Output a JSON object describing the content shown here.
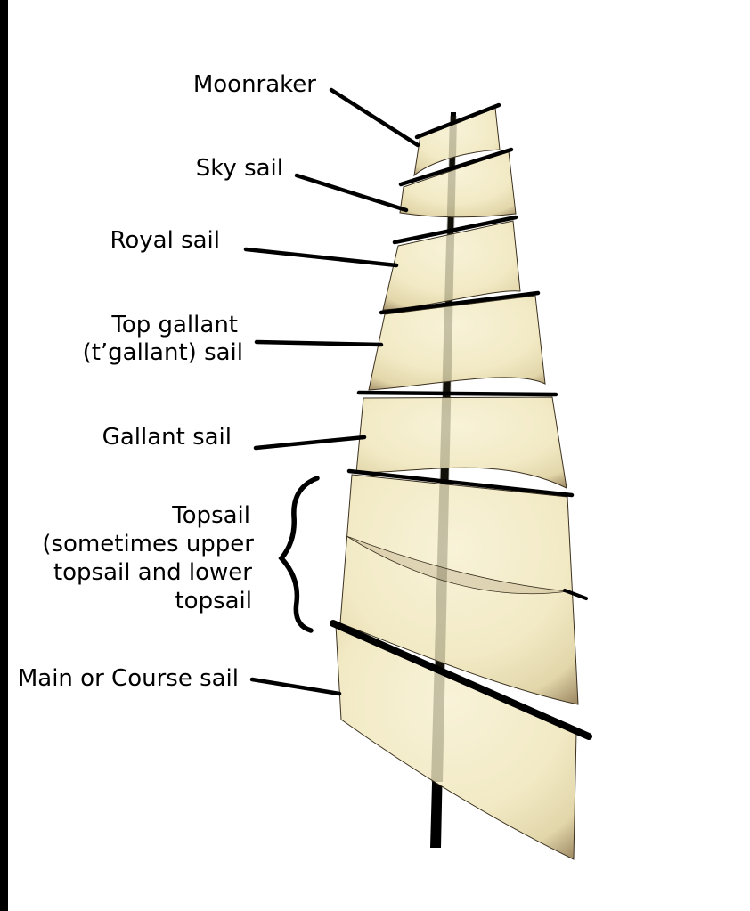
{
  "figure": {
    "title": "sail-names-diagram",
    "labels": {
      "moonraker": "Moonraker",
      "sky": "Sky sail",
      "royal": "Royal sail",
      "top_gallant_line1": "Top gallant",
      "top_gallant_line2": "(t’gallant) sail",
      "gallant": "Gallant sail",
      "topsail_line1": "Topsail",
      "topsail_line2": "(sometimes upper",
      "topsail_line3": "topsail and lower",
      "topsail_line4": "topsail",
      "main": "Main or Course sail"
    },
    "colors": {
      "background": "#ffffff",
      "border_bar": "#000000",
      "ink": "#000000",
      "sail_light": "#f8f2d8",
      "sail_mid": "#f2eac5",
      "sail_tan": "#e2d6aa",
      "sail_brown": "#9a8560",
      "sail_dark": "#4a3926",
      "sail_outline": "#3a301f",
      "mast_tint": "#3f3a20"
    }
  }
}
